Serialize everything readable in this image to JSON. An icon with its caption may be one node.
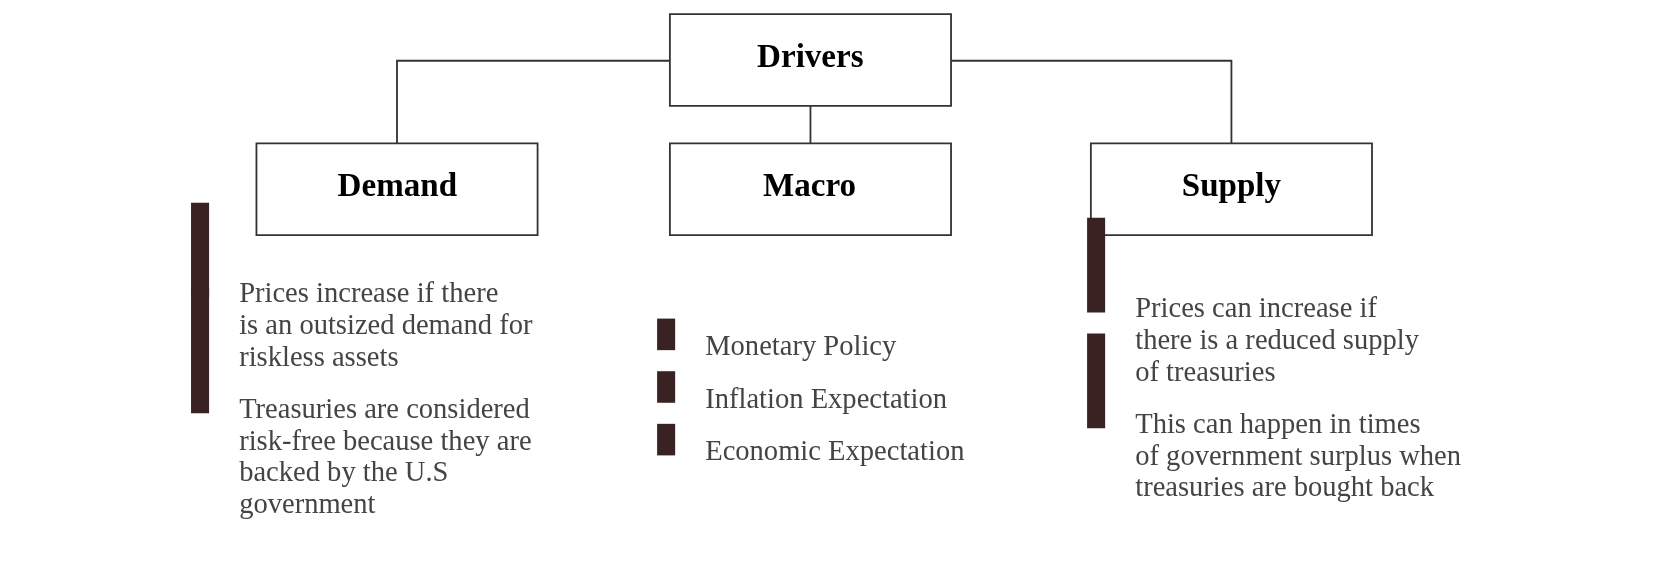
{
  "diagram": {
    "nodes": [
      {
        "text": [
          "Drivers"
        ]
      },
      {
        "text": [
          "Demand"
        ],
        "beside": [
          "Prices increase if there is an outsized demand for riskless assets",
          "Treasuries are considered risk-free because they are backed by the U.S government"
        ]
      },
      {
        "text": [
          "Macro"
        ],
        "beside": [
          "Monetary Policy",
          "Inflation Expectation",
          "Economic Expectation"
        ]
      },
      {
        "text": [
          "Supply"
        ],
        "beside": [
          "Prices can increase if there is a reduced supply of treasuries",
          "This can happen in times of government surplus when treasuries are bought back"
        ]
      }
    ],
    "edges": [
      {
        "from": 0,
        "to": 1,
        "arrow": "none"
      },
      {
        "from": 0,
        "to": 2,
        "arrow": "none"
      },
      {
        "from": 0,
        "to": 3,
        "arrow": "none"
      }
    ]
  }
}
